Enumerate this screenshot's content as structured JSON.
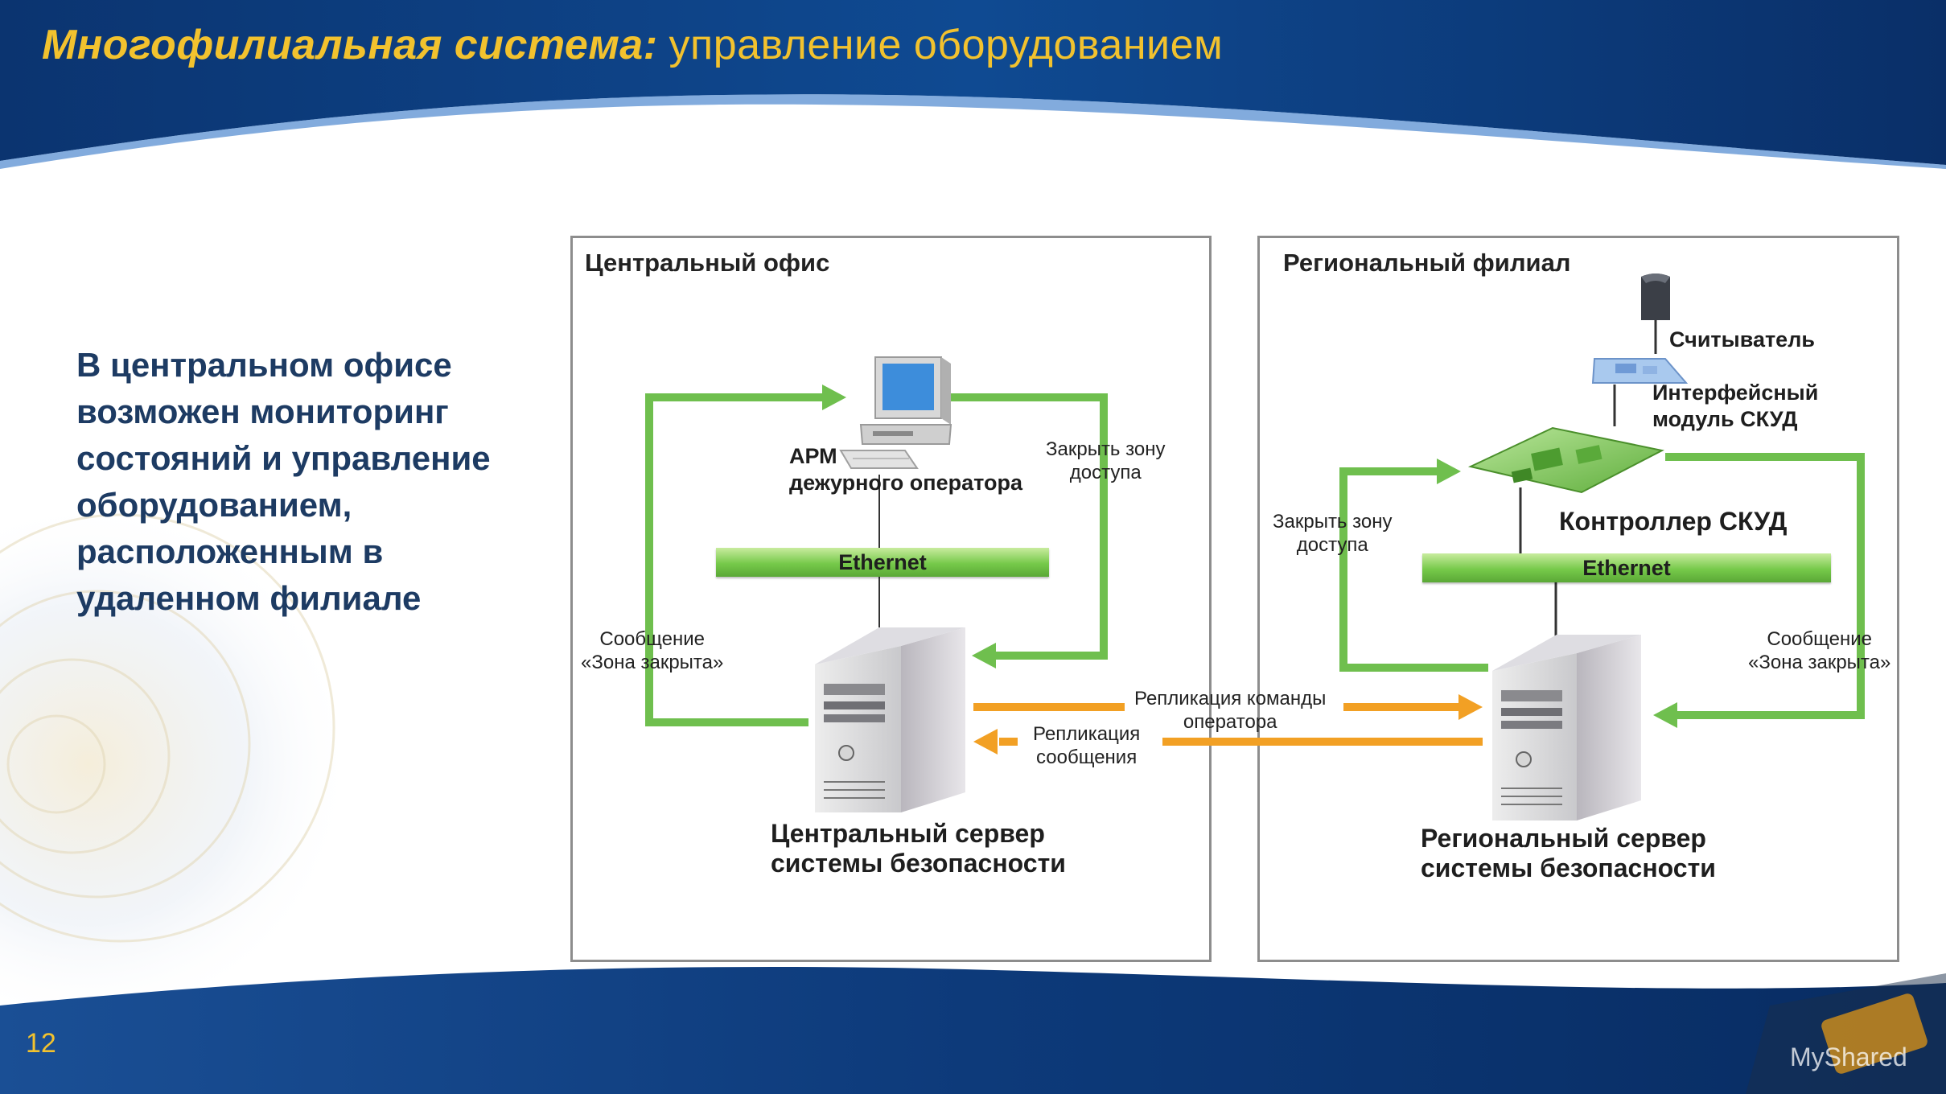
{
  "slide": {
    "title_bold": "Многофилиальная система:",
    "title_light": "управление оборудованием",
    "lead_text": "В центральном офисе возможен мониторинг состояний и управление оборудованием, расположенным в удаленном филиале",
    "page_number": "12",
    "watermark": "MyShared"
  },
  "central": {
    "title": "Центральный офис",
    "workstation_label_1": "АРМ",
    "workstation_label_2": "дежурного оператора",
    "close_zone_1": "Закрыть зону",
    "close_zone_2": "доступа",
    "ethernet": "Ethernet",
    "message_1": "Сообщение",
    "message_2": "«Зона закрыта»",
    "server_1": "Центральный сервер",
    "server_2": "системы безопасности"
  },
  "regional": {
    "title": "Региональный филиал",
    "reader": "Считыватель",
    "interface_1": "Интерфейсный",
    "interface_2": "модуль СКУД",
    "close_zone_1": "Закрыть зону",
    "close_zone_2": "доступа",
    "controller": "Контроллер СКУД",
    "ethernet": "Ethernet",
    "message_1": "Сообщение",
    "message_2": "«Зона закрыта»",
    "server_1": "Региональный сервер",
    "server_2": "системы безопасности"
  },
  "replication": {
    "command_1": "Репликация команды",
    "command_2": "оператора",
    "message_1": "Репликация",
    "message_2": "сообщения"
  },
  "colors": {
    "header_blue": "#0d3a78",
    "title_gold": "#f2c22e",
    "green_flow": "#6fbf4e",
    "orange_flow": "#f2a024"
  }
}
